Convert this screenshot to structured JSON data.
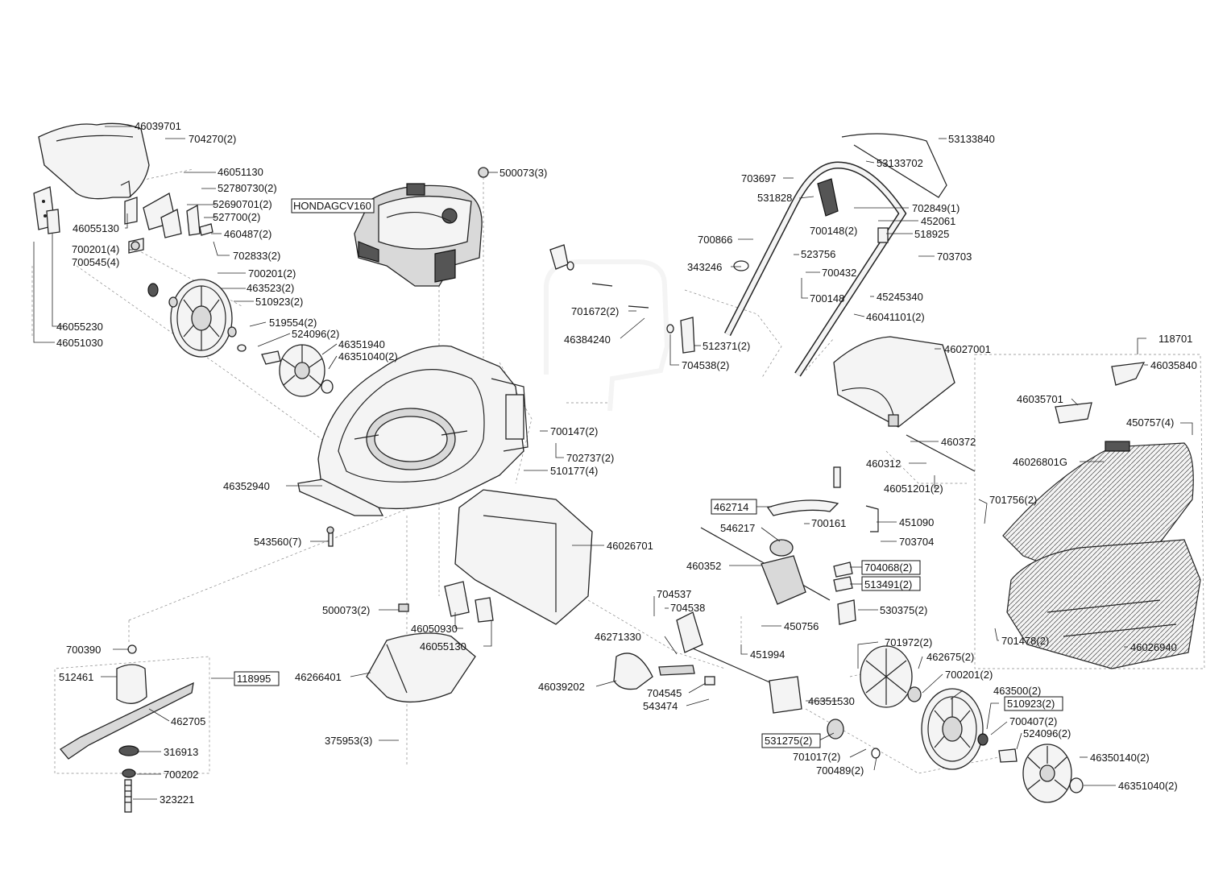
{
  "labels": {
    "p46039701": "46039701",
    "p704270": "704270(2)",
    "p46051130": "46051130",
    "p52780730": "52780730(2)",
    "p52690701": "52690701(2)",
    "p_engine": "HONDAGCV160",
    "p527700": "527700(2)",
    "p460487": "460487(2)",
    "p46055130a": "46055130",
    "p700201a": "700201(4)",
    "p700545": "700545(4)",
    "p702833": "702833(2)",
    "p700201b": "700201(2)",
    "p463523": "463523(2)",
    "p510923a": "510923(2)",
    "p46055230": "46055230",
    "p46051030": "46051030",
    "p519554": "519554(2)",
    "p524096a": "524096(2)",
    "p46351940": "46351940",
    "p46351040a": "46351040(2)",
    "p500073a": "500073(3)",
    "p53133840": "53133840",
    "p53133702": "53133702",
    "p703697": "703697",
    "p531828": "531828",
    "p702849": "702849(1)",
    "p452061": "452061",
    "p700866": "700866",
    "p700148a": "700148(2)",
    "p518925": "518925",
    "p523756": "523756",
    "p703703": "703703",
    "p343246": "343246",
    "p700432": "700432",
    "p700148b": "700148",
    "p45245340": "45245340",
    "p46041101": "46041101(2)",
    "p701672": "701672(2)",
    "p46384240": "46384240",
    "p512371": "512371(2)",
    "p704538a": "704538(2)",
    "p46027001": "46027001",
    "p118701": "118701",
    "p46035840": "46035840",
    "p46035701": "46035701",
    "p450757": "450757(4)",
    "p46026801G": "46026801G",
    "p700147": "700147(2)",
    "p702737": "702737(2)",
    "p510177": "510177(4)",
    "p460372": "460372",
    "p460312": "460312",
    "p46051201": "46051201(2)",
    "p46352940": "46352940",
    "p462714": "462714",
    "p451090": "451090",
    "p701756": "701756(2)",
    "p546217": "546217",
    "p700161": "700161",
    "p703704": "703704",
    "p543560": "543560(7)",
    "p46026701": "46026701",
    "p460352": "460352",
    "p704068": "704068(2)",
    "p513491": "513491(2)",
    "p704537": "704537",
    "p704538b": "704538",
    "p500073b": "500073(2)",
    "p530375": "530375(2)",
    "p450756": "450756",
    "p46050930": "46050930",
    "p46055130b": "46055130",
    "p700390": "700390",
    "p46271330": "46271330",
    "p451994": "451994",
    "p701972": "701972(2)",
    "p701478": "701478(2)",
    "p46026940": "46026940",
    "p462675": "462675(2)",
    "p512461": "512461",
    "p118995": "118995",
    "p46266401": "46266401",
    "p46039202": "46039202",
    "p700201c": "700201(2)",
    "p704545": "704545",
    "p46351530": "46351530",
    "p463500": "463500(2)",
    "p543474": "543474",
    "p510923b": "510923(2)",
    "p462705": "462705",
    "p700407": "700407(2)",
    "p531275": "531275(2)",
    "p524096b": "524096(2)",
    "p375953": "375953(3)",
    "p316913": "316913",
    "p701017": "701017(2)",
    "p46350140": "46350140(2)",
    "p700202": "700202",
    "p700489": "700489(2)",
    "p46351040b": "46351040(2)",
    "p323221": "323221"
  }
}
